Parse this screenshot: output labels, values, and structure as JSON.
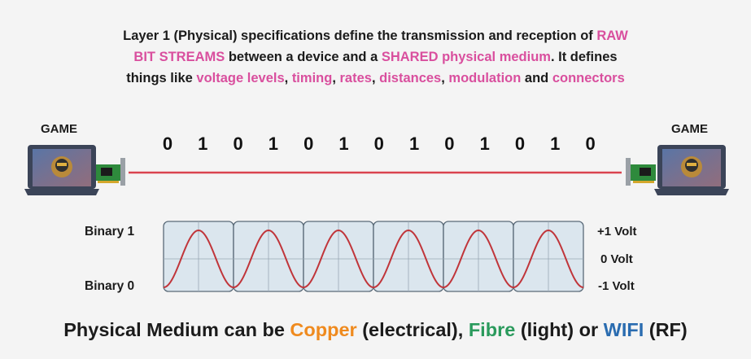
{
  "intro": {
    "part1": "Layer 1 (Physical) specifications define the transmission and reception of ",
    "raw": "RAW",
    "bitstreams": "BIT STREAMS",
    "part2": " between a device and a ",
    "shared": "SHARED physical medium",
    "part3": ". It defines",
    "part4": "things like ",
    "voltage": "voltage levels",
    "comma1": ", ",
    "timing": "timing",
    "comma2": ", ",
    "rates": "rates",
    "comma3": ", ",
    "distances": "distances",
    "comma4": ", ",
    "modulation": "modulation",
    "and": " and ",
    "connectors": "connectors"
  },
  "devices": {
    "left_label": "GAME",
    "right_label": "GAME"
  },
  "bits": [
    "0",
    "1",
    "0",
    "1",
    "0",
    "1",
    "0",
    "1",
    "0",
    "1",
    "0",
    "1",
    "0"
  ],
  "signal": {
    "binary1_label": "Binary 1",
    "binary0_label": "Binary 0",
    "volt_high": "+1 Volt",
    "volt_mid": "0 Volt",
    "volt_low": "-1 Volt",
    "cycles": 6
  },
  "footer": {
    "prefix": "Physical Medium can be ",
    "copper": "Copper",
    "copper_paren": " (electrical), ",
    "fibre": "Fibre",
    "fibre_paren": " (light) or ",
    "wifi": "WIFI",
    "wifi_paren": " (RF)"
  },
  "colors": {
    "highlight": "#d94f9e",
    "cable": "#d9434f",
    "wave": "#c0353a",
    "copper": "#ef8a1e",
    "fibre": "#2a9a5c",
    "wifi": "#2a6cb0"
  }
}
